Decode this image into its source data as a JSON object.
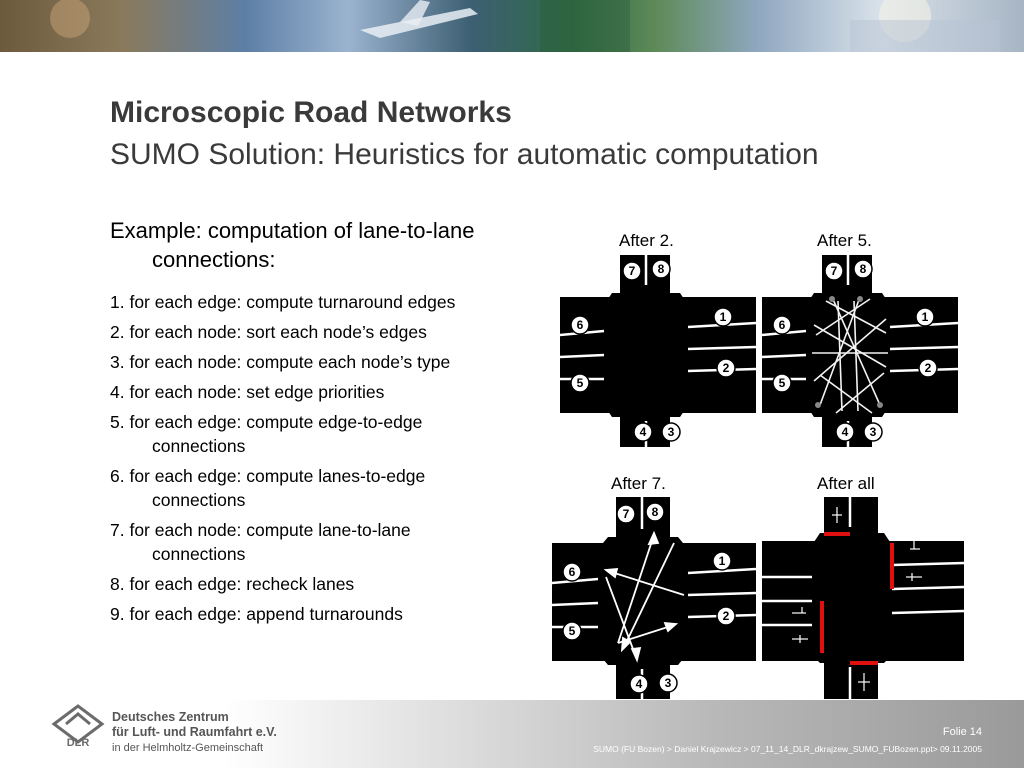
{
  "slide": {
    "title": "Microscopic Road Networks",
    "subtitle": "SUMO Solution: Heuristics for automatic computation",
    "lead_line1": "Example: computation of lane-to-lane",
    "lead_line2": "connections:"
  },
  "steps": [
    {
      "line1": "1. for each edge: compute turnaround edges",
      "line2": ""
    },
    {
      "line1": "2. for each node: sort each node’s edges",
      "line2": ""
    },
    {
      "line1": "3. for each node: compute each node’s type",
      "line2": ""
    },
    {
      "line1": "4. for each node: set edge priorities",
      "line2": ""
    },
    {
      "line1": "5. for each edge: compute edge-to-edge",
      "line2": "connections"
    },
    {
      "line1": "6. for each edge: compute lanes-to-edge",
      "line2": "connections"
    },
    {
      "line1": "7. for each node: compute lane-to-lane",
      "line2": "connections"
    },
    {
      "line1": "8. for each edge: recheck lanes",
      "line2": ""
    },
    {
      "line1": "9. for each edge: append turnarounds",
      "line2": ""
    }
  ],
  "diagrams": [
    {
      "caption": "After 2.",
      "labels": [
        "7",
        "8",
        "1",
        "2",
        "6",
        "5",
        "4",
        "3"
      ]
    },
    {
      "caption": "After 5.",
      "labels": [
        "7",
        "8",
        "1",
        "2",
        "6",
        "5",
        "4",
        "3"
      ]
    },
    {
      "caption": "After 7.",
      "labels": [
        "7",
        "8",
        "1",
        "2",
        "6",
        "5",
        "4",
        "3"
      ]
    },
    {
      "caption": "After all",
      "labels": []
    }
  ],
  "footer": {
    "org_line1": "Deutsches Zentrum",
    "org_line2": "für Luft- und Raumfahrt e.V.",
    "org_line3": "in der Helmholtz-Gemeinschaft",
    "logo_text": "DLR",
    "slide_number": "Folie 14",
    "source": "SUMO (FU Bozen) > Daniel Krajzewicz > 07_11_14_DLR_dkrajzew_SUMO_FUBozen.ppt> 09.11.2005"
  },
  "colors": {
    "title": "#3a3a3a",
    "road": "#000000",
    "marking": "#ffffff",
    "highlight": "#e01010"
  }
}
